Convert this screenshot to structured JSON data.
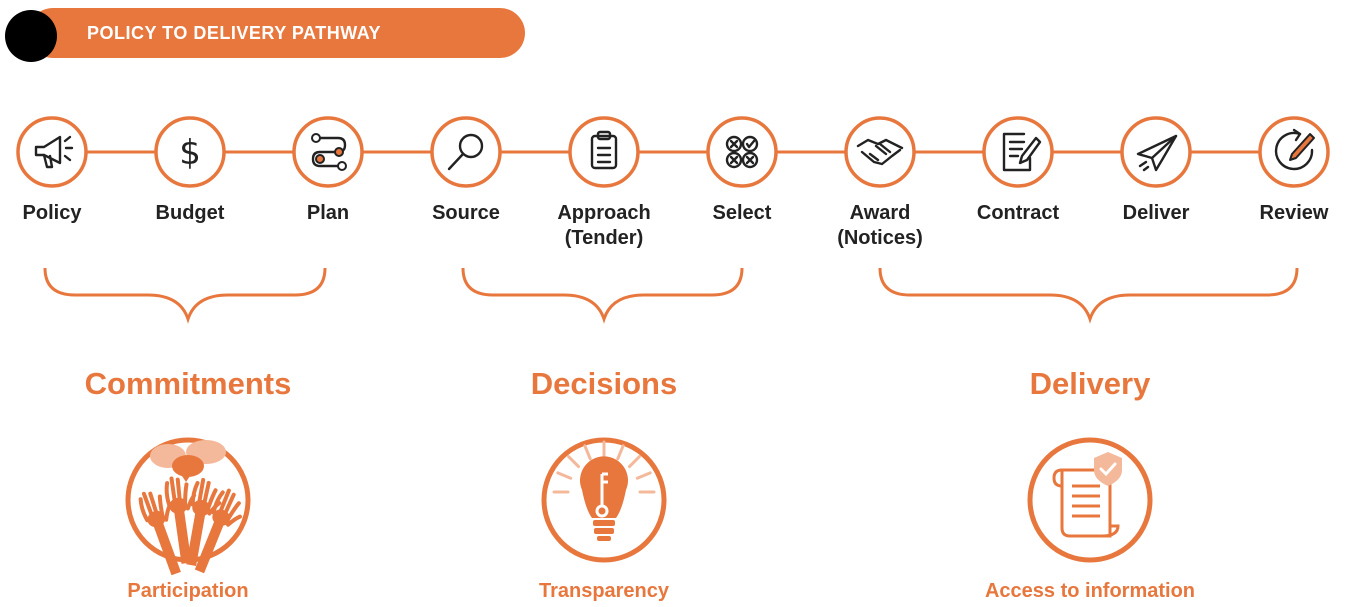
{
  "header": {
    "title": "POLICY TO DELIVERY PATHWAY"
  },
  "colors": {
    "accent": "#e8773e",
    "accent_light": "#f4b89a",
    "text": "#222222"
  },
  "steps": [
    {
      "label": "Policy",
      "icon": "megaphone-icon"
    },
    {
      "label": "Budget",
      "icon": "dollar-icon"
    },
    {
      "label": "Plan",
      "icon": "route-icon"
    },
    {
      "label": "Source",
      "icon": "magnifier-icon"
    },
    {
      "label": "Approach\n(Tender)",
      "icon": "clipboard-icon"
    },
    {
      "label": "Select",
      "icon": "select-grid-icon"
    },
    {
      "label": "Award\n(Notices)",
      "icon": "handshake-icon"
    },
    {
      "label": "Contract",
      "icon": "contract-edit-icon"
    },
    {
      "label": "Deliver",
      "icon": "paper-plane-icon"
    },
    {
      "label": "Review",
      "icon": "review-pencil-icon"
    }
  ],
  "groups": [
    {
      "title": "Commitments",
      "value": "Participation",
      "icon": "participation-hands-icon"
    },
    {
      "title": "Decisions",
      "value": "Transparency",
      "icon": "lightbulb-icon"
    },
    {
      "title": "Delivery",
      "value": "Access to information",
      "icon": "scroll-shield-icon"
    }
  ]
}
